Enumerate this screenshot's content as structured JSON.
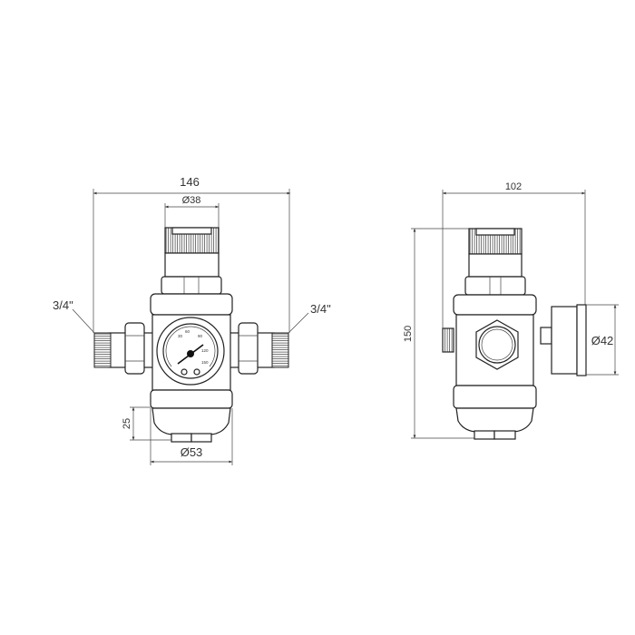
{
  "front_view": {
    "overall_width": "146",
    "knob_diameter": "Ø38",
    "left_thread": "3/4\"",
    "right_thread": "3/4\"",
    "bowl_height": "25",
    "bowl_diameter": "Ø53",
    "gauge_scale": [
      "30",
      "60",
      "90",
      "120",
      "150"
    ]
  },
  "side_view": {
    "overall_depth": "102",
    "overall_height": "150",
    "gauge_diameter": "Ø42"
  }
}
